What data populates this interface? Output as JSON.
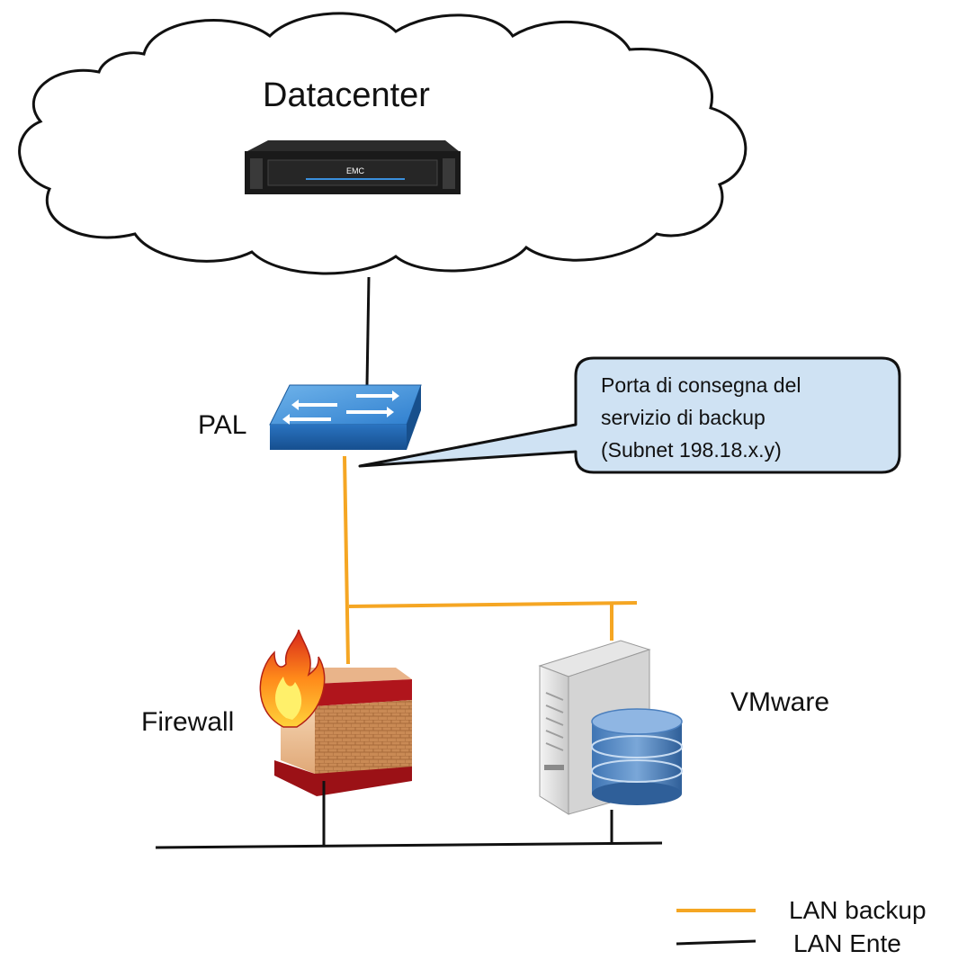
{
  "cloud": {
    "label": "Datacenter",
    "device_logo": "EMC",
    "device_icon": "storage-appliance-icon"
  },
  "switch": {
    "label": "PAL",
    "icon": "network-switch-icon"
  },
  "callout": {
    "lines": [
      "Porta di consegna del",
      "servizio di backup",
      "(Subnet 198.18.x.y)"
    ]
  },
  "firewall": {
    "label": "Firewall",
    "icon": "firewall-icon"
  },
  "server": {
    "label": "VMware",
    "icon": "server-database-icon"
  },
  "legend": {
    "items": [
      {
        "label": "LAN backup",
        "color": "#f5a623"
      },
      {
        "label": "LAN Ente",
        "color": "#111111"
      }
    ]
  },
  "colors": {
    "backup_line": "#f5a623",
    "lan_line": "#111111",
    "callout_fill": "#cfe2f3",
    "switch_blue": "#2e7fcf"
  }
}
